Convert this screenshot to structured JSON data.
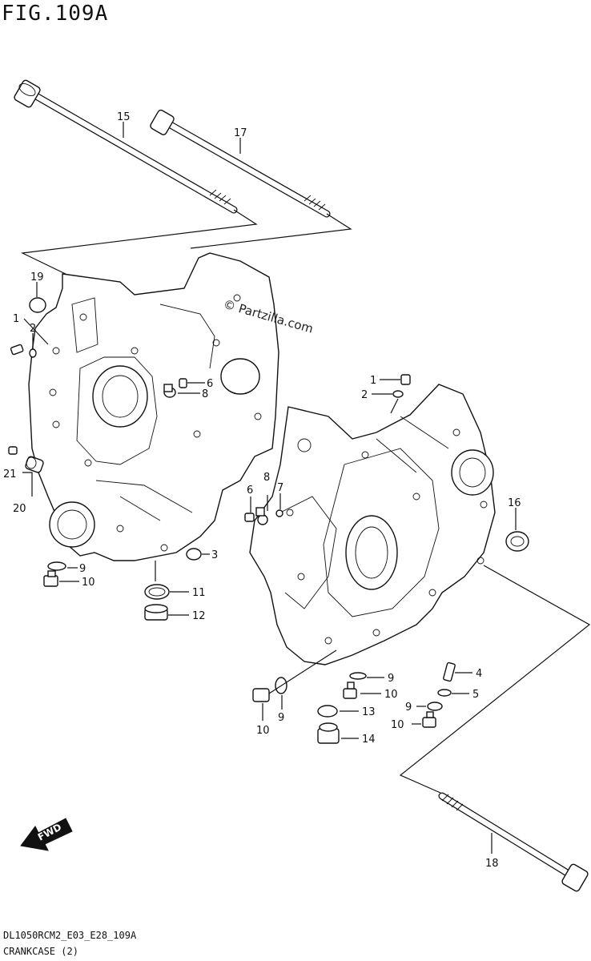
{
  "figure": {
    "title": "FIG.109A",
    "code": "DL1050RCM2_E03_E28_109A",
    "name": "CRANKCASE (2)",
    "watermark": "© Partzilla.com",
    "fwd_label": "FWD"
  },
  "callouts": [
    {
      "id": "c15",
      "text": "15"
    },
    {
      "id": "c17",
      "text": "17"
    },
    {
      "id": "c19",
      "text": "19"
    },
    {
      "id": "c1a",
      "text": "1"
    },
    {
      "id": "c2a",
      "text": "2"
    },
    {
      "id": "c6a",
      "text": "6"
    },
    {
      "id": "c8a",
      "text": "8"
    },
    {
      "id": "c21",
      "text": "21"
    },
    {
      "id": "c20",
      "text": "20"
    },
    {
      "id": "c3",
      "text": "3"
    },
    {
      "id": "c9a",
      "text": "9"
    },
    {
      "id": "c10a",
      "text": "10"
    },
    {
      "id": "c11",
      "text": "11"
    },
    {
      "id": "c12",
      "text": "12"
    },
    {
      "id": "c1b",
      "text": "1"
    },
    {
      "id": "c2b",
      "text": "2"
    },
    {
      "id": "c8b",
      "text": "8"
    },
    {
      "id": "c6b",
      "text": "6"
    },
    {
      "id": "c7",
      "text": "7"
    },
    {
      "id": "c16",
      "text": "16"
    },
    {
      "id": "c4",
      "text": "4"
    },
    {
      "id": "c5",
      "text": "5"
    },
    {
      "id": "c9b",
      "text": "9"
    },
    {
      "id": "c10b",
      "text": "10"
    },
    {
      "id": "c13",
      "text": "13"
    },
    {
      "id": "c9c",
      "text": "9"
    },
    {
      "id": "c10c",
      "text": "10"
    },
    {
      "id": "c14",
      "text": "14"
    },
    {
      "id": "c9d",
      "text": "9"
    },
    {
      "id": "c10d",
      "text": "10"
    },
    {
      "id": "c18",
      "text": "18"
    }
  ]
}
